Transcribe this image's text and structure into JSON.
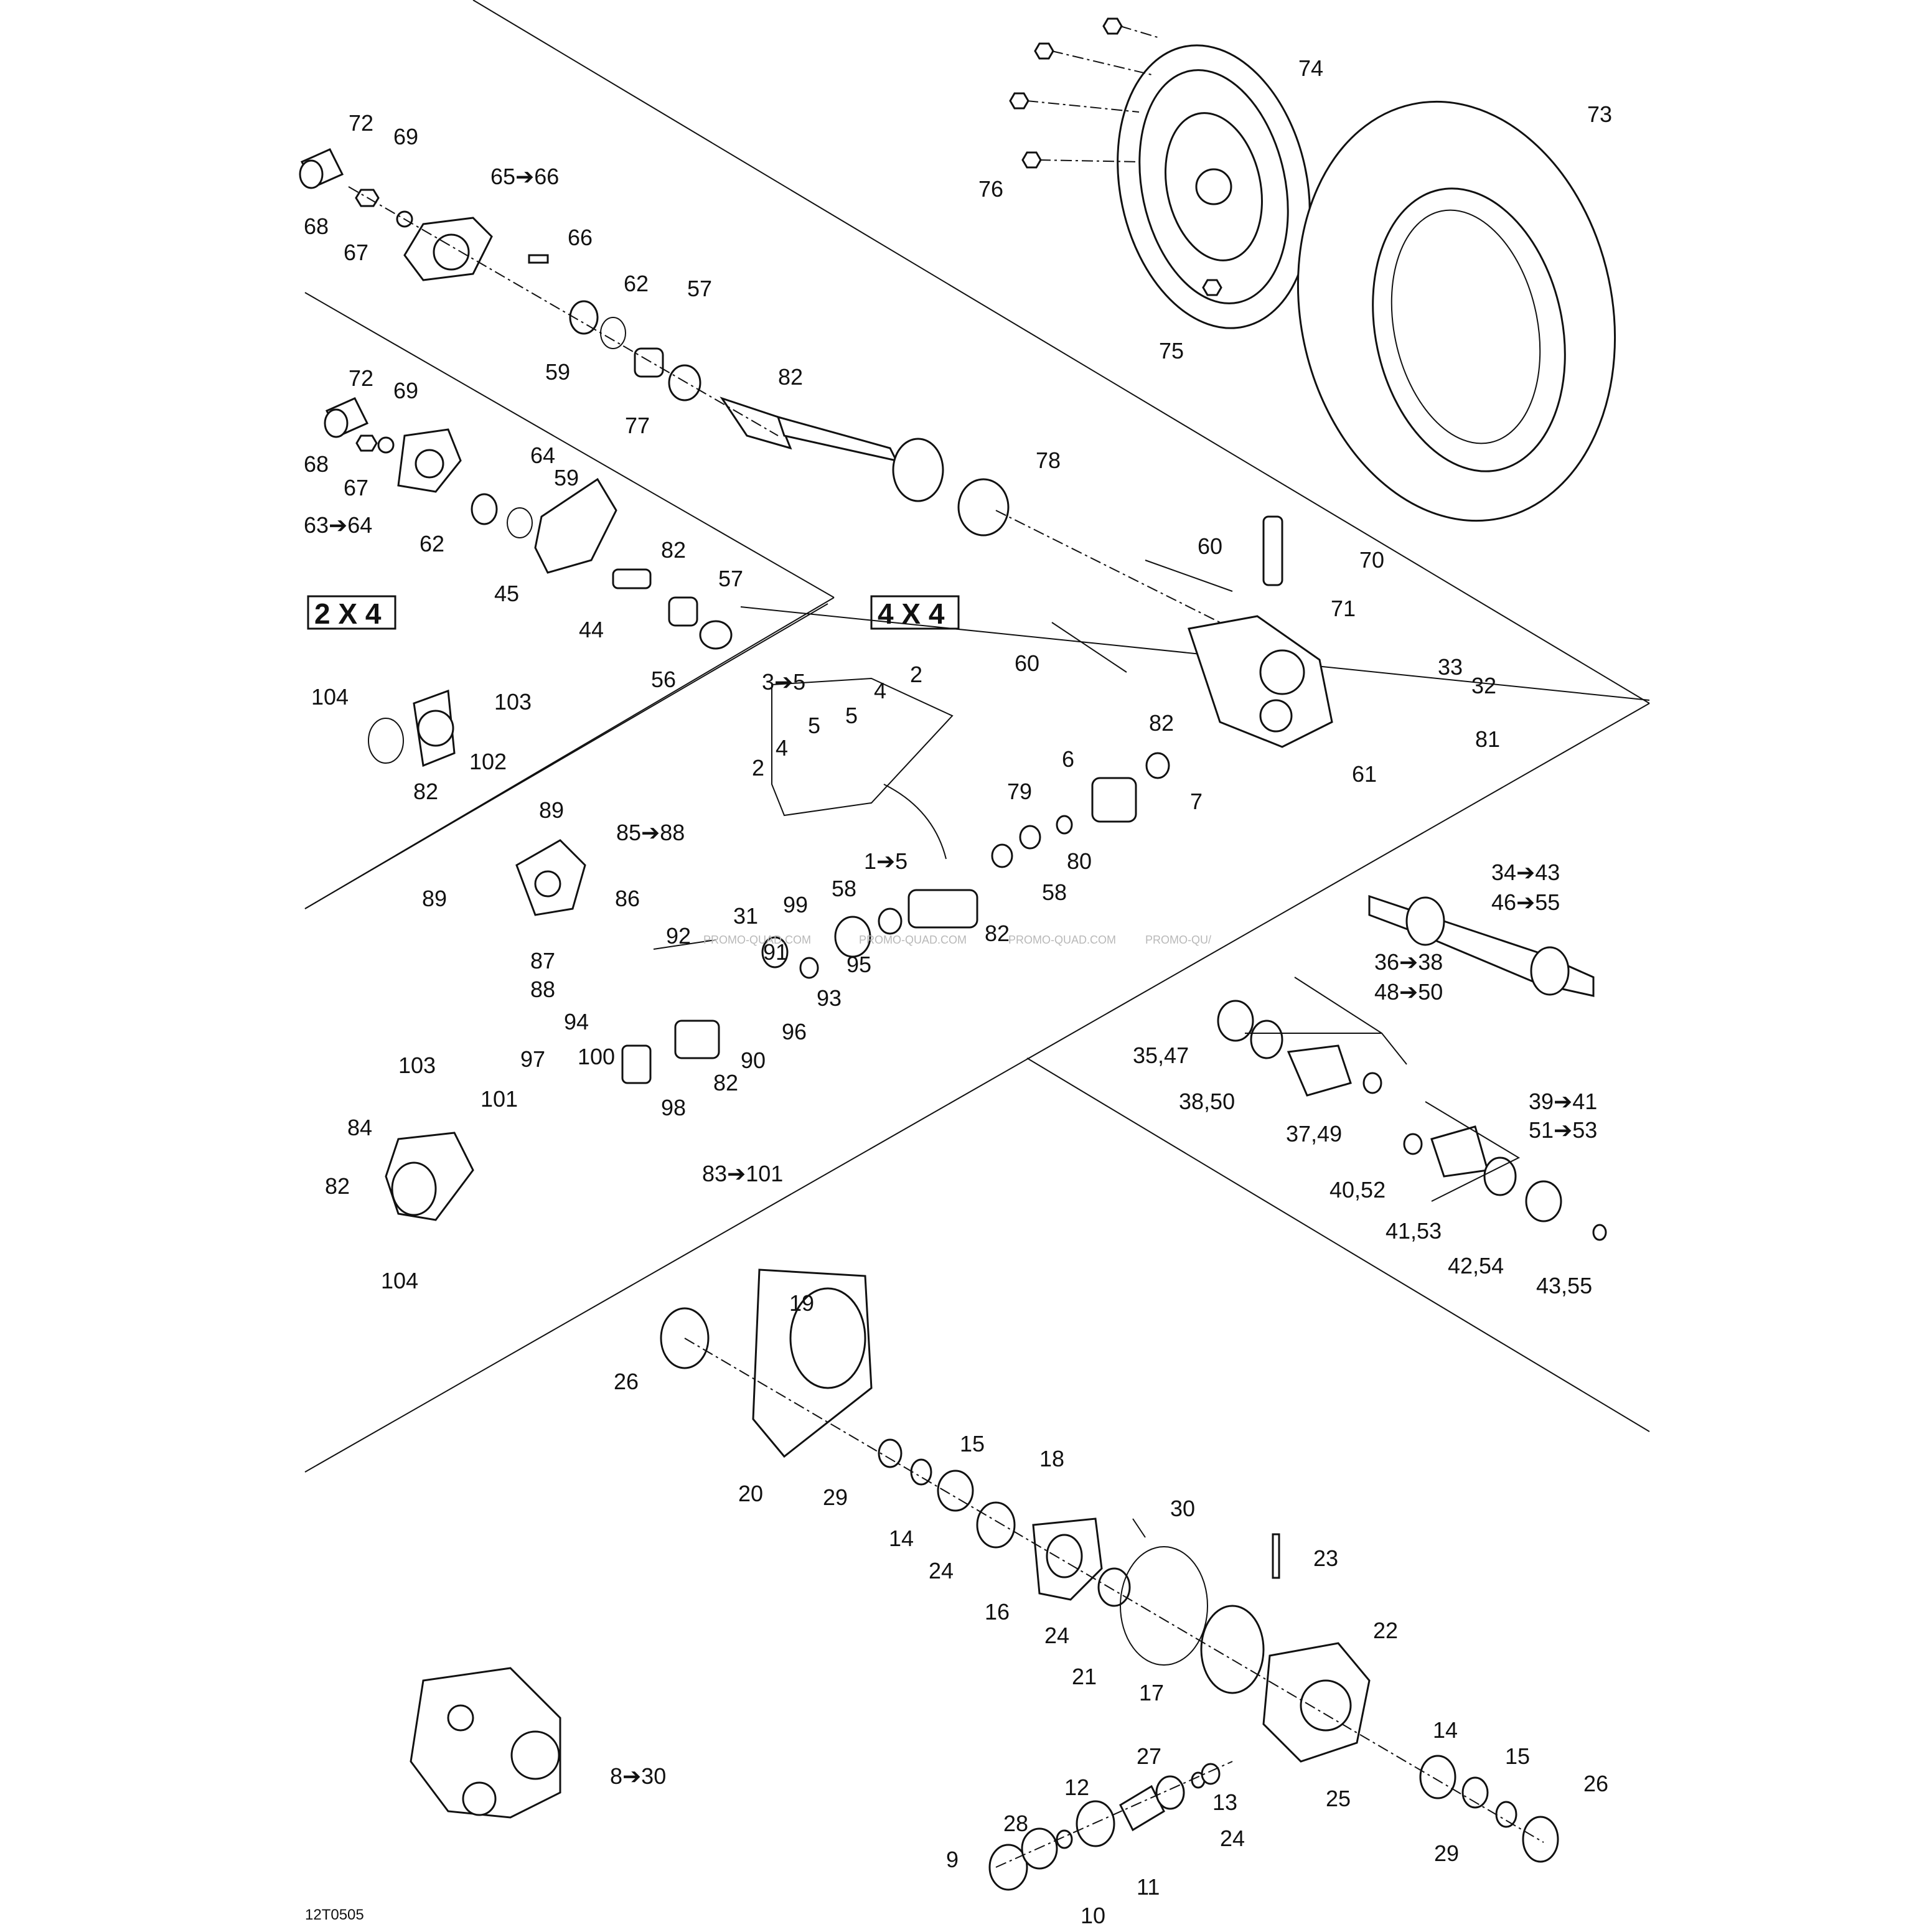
{
  "callouts": [
    {
      "text": "72"
    },
    {
      "text": "69"
    },
    {
      "text": "65➔66"
    },
    {
      "text": "68"
    },
    {
      "text": "67"
    },
    {
      "text": "66"
    },
    {
      "text": "62"
    },
    {
      "text": "57"
    },
    {
      "text": "59"
    },
    {
      "text": "82"
    },
    {
      "text": "77"
    },
    {
      "text": "78"
    },
    {
      "text": "74"
    },
    {
      "text": "73"
    },
    {
      "text": "76"
    },
    {
      "text": "75"
    },
    {
      "text": "72"
    },
    {
      "text": "69"
    },
    {
      "text": "64"
    },
    {
      "text": "68"
    },
    {
      "text": "67"
    },
    {
      "text": "59"
    },
    {
      "text": "63➔64"
    },
    {
      "text": "62"
    },
    {
      "text": "82"
    },
    {
      "text": "57"
    },
    {
      "text": "45"
    },
    {
      "text": "44"
    },
    {
      "text": "56"
    },
    {
      "text": "60"
    },
    {
      "text": "70"
    },
    {
      "text": "71"
    },
    {
      "text": "60"
    },
    {
      "text": "33"
    },
    {
      "text": "32"
    },
    {
      "text": "82"
    },
    {
      "text": "81"
    },
    {
      "text": "61"
    },
    {
      "text": "3➔5"
    },
    {
      "text": "2"
    },
    {
      "text": "4"
    },
    {
      "text": "5"
    },
    {
      "text": "5"
    },
    {
      "text": "4"
    },
    {
      "text": "2"
    },
    {
      "text": "6"
    },
    {
      "text": "7"
    },
    {
      "text": "79"
    },
    {
      "text": "80"
    },
    {
      "text": "58"
    },
    {
      "text": "1➔5"
    },
    {
      "text": "82"
    },
    {
      "text": "104"
    },
    {
      "text": "103"
    },
    {
      "text": "102"
    },
    {
      "text": "82"
    },
    {
      "text": "89"
    },
    {
      "text": "85➔88"
    },
    {
      "text": "89"
    },
    {
      "text": "86"
    },
    {
      "text": "87"
    },
    {
      "text": "88"
    },
    {
      "text": "94"
    },
    {
      "text": "100"
    },
    {
      "text": "92"
    },
    {
      "text": "31"
    },
    {
      "text": "91"
    },
    {
      "text": "99"
    },
    {
      "text": "58"
    },
    {
      "text": "95"
    },
    {
      "text": "93"
    },
    {
      "text": "96"
    },
    {
      "text": "90"
    },
    {
      "text": "82"
    },
    {
      "text": "98"
    },
    {
      "text": "97"
    },
    {
      "text": "101"
    },
    {
      "text": "103"
    },
    {
      "text": "84"
    },
    {
      "text": "82"
    },
    {
      "text": "104"
    },
    {
      "text": "83➔101"
    },
    {
      "text": "34➔43"
    },
    {
      "text": "46➔55"
    },
    {
      "text": "36➔38"
    },
    {
      "text": "48➔50"
    },
    {
      "text": "35,47"
    },
    {
      "text": "38,50"
    },
    {
      "text": "37,49"
    },
    {
      "text": "39➔41"
    },
    {
      "text": "51➔53"
    },
    {
      "text": "40,52"
    },
    {
      "text": "41,53"
    },
    {
      "text": "42,54"
    },
    {
      "text": "43,55"
    },
    {
      "text": "19"
    },
    {
      "text": "26"
    },
    {
      "text": "15"
    },
    {
      "text": "18"
    },
    {
      "text": "20"
    },
    {
      "text": "29"
    },
    {
      "text": "14"
    },
    {
      "text": "24"
    },
    {
      "text": "30"
    },
    {
      "text": "16"
    },
    {
      "text": "24"
    },
    {
      "text": "23"
    },
    {
      "text": "22"
    },
    {
      "text": "21"
    },
    {
      "text": "17"
    },
    {
      "text": "14"
    },
    {
      "text": "15"
    },
    {
      "text": "26"
    },
    {
      "text": "27"
    },
    {
      "text": "12"
    },
    {
      "text": "13"
    },
    {
      "text": "25"
    },
    {
      "text": "28"
    },
    {
      "text": "24"
    },
    {
      "text": "29"
    },
    {
      "text": "9"
    },
    {
      "text": "11"
    },
    {
      "text": "10"
    },
    {
      "text": "8➔30"
    }
  ],
  "variant_labels": {
    "two_wd": "2 X 4",
    "four_wd": "4 X 4"
  },
  "watermarks": [
    "PROMO-QUAD.COM",
    "PROMO-QUAD.COM",
    "PROMO-QUAD.COM",
    "PROMO-QU/"
  ],
  "drawing_code": "12T0505"
}
